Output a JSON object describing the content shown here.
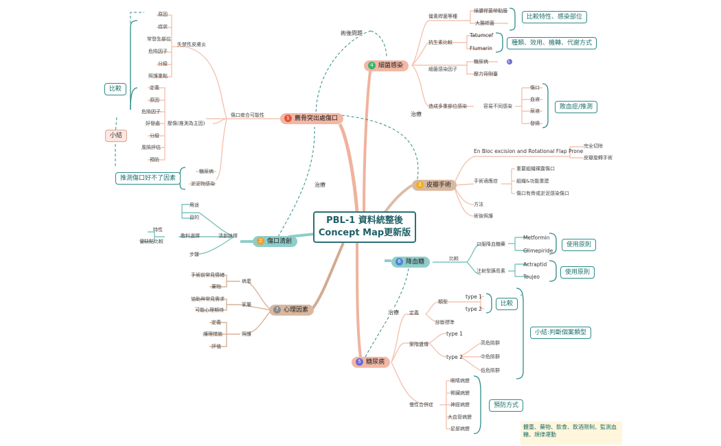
{
  "center": {
    "line1": "PBL-1 資料統整後",
    "line2": "Concept Map更新版"
  },
  "branches": {
    "b1": {
      "num": "1",
      "label": "薦骨突出處傷口"
    },
    "b2": {
      "num": "2",
      "label": "傷口清創"
    },
    "b3": {
      "num": "3",
      "label": "皮瓣手術"
    },
    "b4": {
      "num": "4",
      "label": "細菌感染"
    },
    "b5": {
      "num": "5",
      "label": "糖尿病"
    },
    "b6": {
      "num": "6",
      "label": "降血糖"
    },
    "b7": {
      "num": "7",
      "label": "心理因素"
    }
  },
  "b1": {
    "sub1": "傷口癒合可能性",
    "g1": "失禁性皮膚炎",
    "g1_items": [
      "原因",
      "症狀",
      "常發生部位",
      "危險因子",
      "分級",
      "照護重點"
    ],
    "g2": "壓傷(推測為主因)",
    "g2_items": [
      "定義",
      "原因",
      "危險因子",
      "好發處",
      "分級",
      "風險評估",
      "預防"
    ],
    "g3_items": [
      "糖尿病",
      "淤泥物感染"
    ],
    "compare": "比較",
    "summary": "小結",
    "infer": "推測傷口好不了因素"
  },
  "b2": {
    "sub": "清創抉擇",
    "items": [
      "用途",
      "目的",
      "敷料選擇",
      "步驟"
    ],
    "sub2": [
      "特性",
      "優缺點比較"
    ]
  },
  "b7": {
    "g1": "病患",
    "g1_items": [
      "手術前常見情緒",
      "藥物"
    ],
    "g2": "家屬",
    "g2_items": [
      "協助與常見需求",
      "可能心理期待"
    ],
    "g3": "照護",
    "g3_items": [
      "定義",
      "護理措施",
      "評值"
    ]
  },
  "b4": {
    "g1": "僵黃桿菌等種",
    "g1_items": [
      "綠膿桿菌帶黏膜",
      "大腸桿菌"
    ],
    "g1_box": "比較特性、感染部位",
    "g2": "抗生素比較",
    "g2_items": [
      "Tatumcef",
      "Flumarin"
    ],
    "g2_box": "種類、效用、機轉、代謝方式",
    "g3": "細菌感染因子",
    "g3_items": [
      "糖尿病",
      "壓力背剛臺"
    ],
    "g3_mark": "5",
    "g4": "造成多重部位感染",
    "g4_sub": "容易不同感染",
    "g4_items": [
      "傷口",
      "血液",
      "尿液",
      "發燒"
    ],
    "g4_box": "敗血症/推測"
  },
  "b3": {
    "g1": "En Bloc excision and Rotational Flap Prone",
    "g1_items": [
      "完全切除",
      "皮瓣旋轉手術"
    ],
    "g2": "手術適應症",
    "g2_items": [
      "重要組織裸露傷口",
      "組織&功能重建",
      "傷口有骨或淤泥感染傷口"
    ],
    "g3": "方法",
    "g4": "術後照護"
  },
  "b6": {
    "sub": "比較",
    "g1": "口服降血糖藥",
    "g1_items": [
      "Metformin",
      "Glimepiride"
    ],
    "g1_box": "使用原則",
    "g2": "注射型胰島素",
    "g2_items": [
      "Actraptid",
      "Toujeo"
    ],
    "g2_box": "使用原則"
  },
  "b5": {
    "g1": "定義",
    "g1a": "類型",
    "g1a_items": [
      "type 1",
      "type 2"
    ],
    "g1a_box": "比較",
    "g1b": "診斷標準",
    "g2": "案階遺傳",
    "g2_items": [
      "type 1",
      "type 2"
    ],
    "g2b_items": [
      "高危險群",
      "中危險群",
      "低危險群"
    ],
    "summary_box": "小結:判斷個案類型",
    "g3": "慢性合併症",
    "g3_items": [
      "眼睛病變",
      "腎臟病變",
      "神經病變",
      "大血管病變",
      "足部病變"
    ],
    "g3_box": "預防方式"
  },
  "cross": {
    "postop": "術後問題",
    "treat1": "治療",
    "treat2": "治療",
    "treat3": "治療"
  },
  "summary_note": "體重、藥物、飲食、飲酒限制、監測血糖、規律運動",
  "colors": {
    "teal": "#2a8a87",
    "salmon": "#f2b7a5",
    "tan": "#d9b8a0",
    "branch_teal": "#8fcdc9"
  }
}
